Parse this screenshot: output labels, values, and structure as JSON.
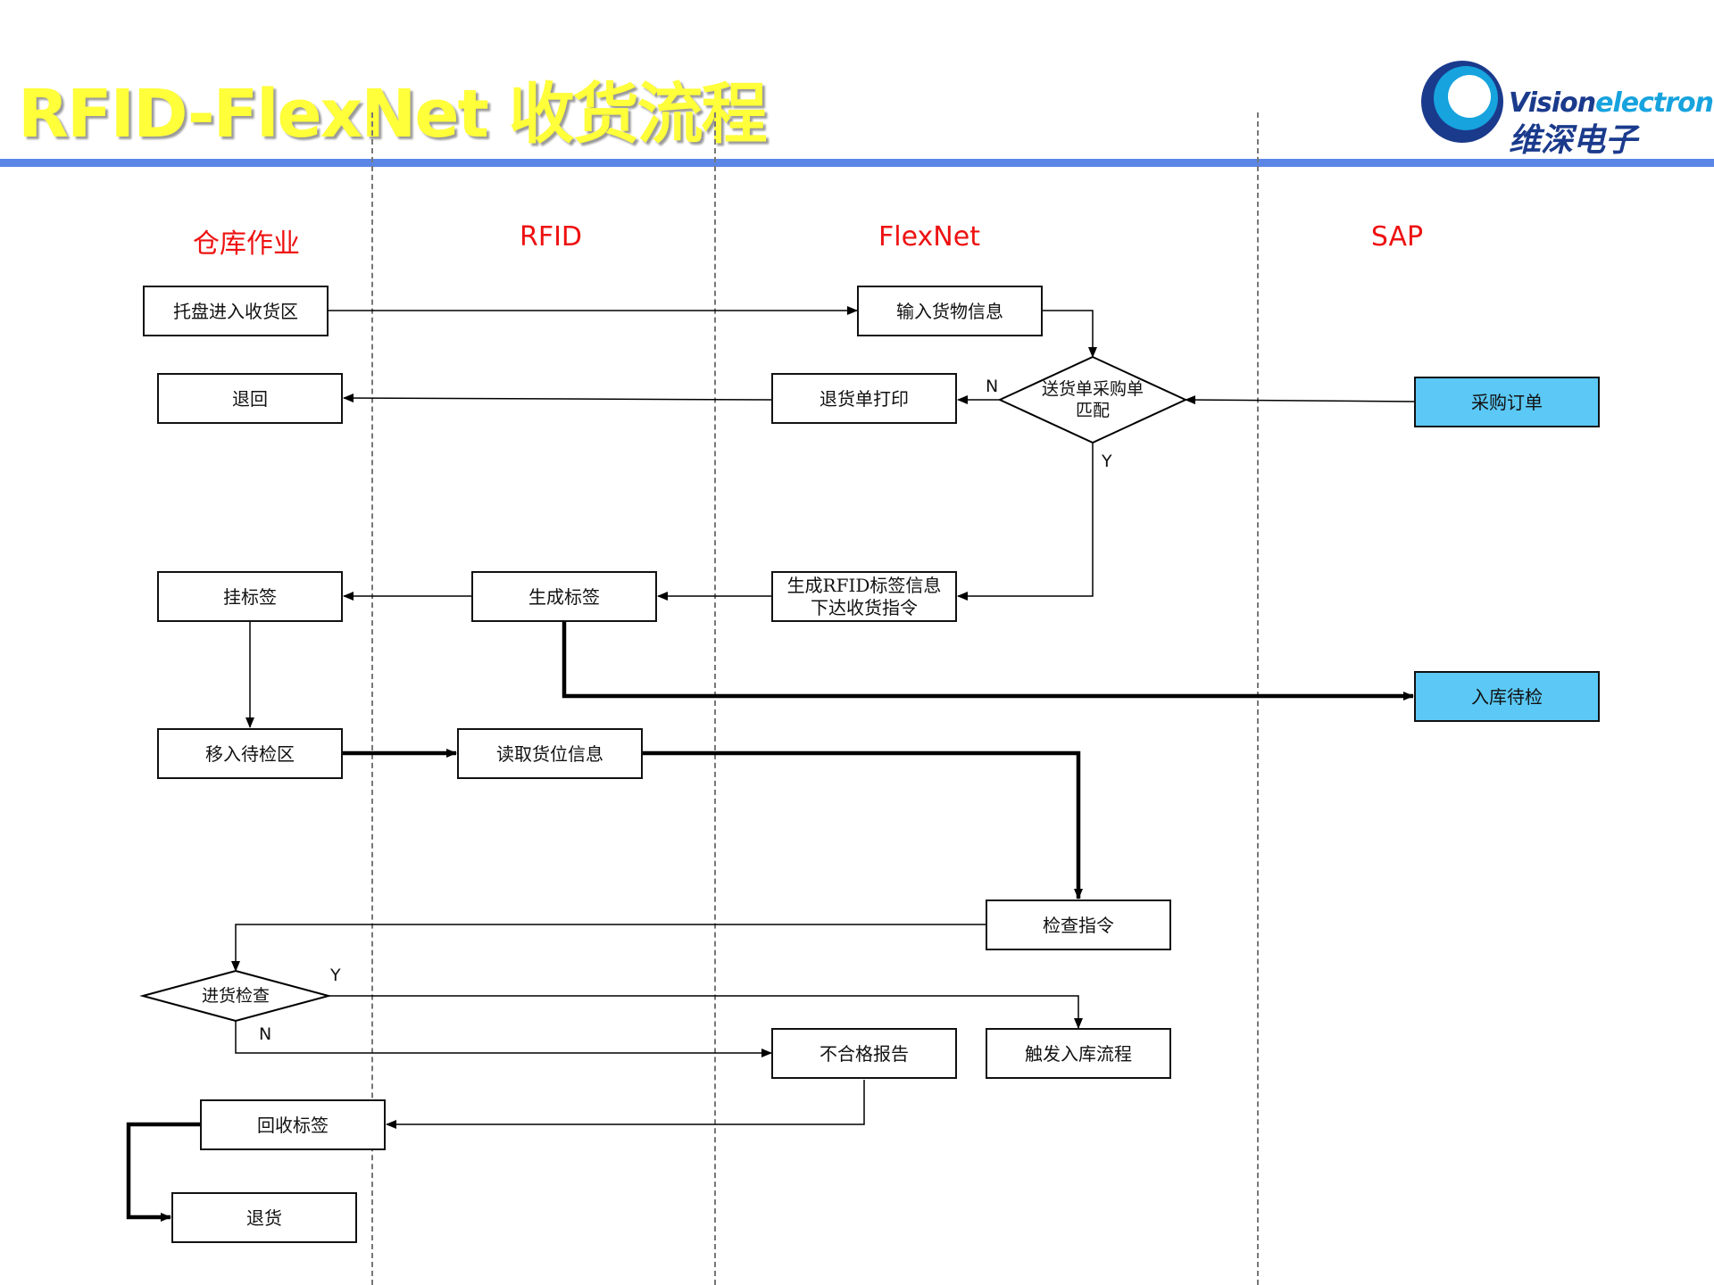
{
  "title": "RFID-FlexNet 收货流程",
  "logo": {
    "brand_part1": "Vision",
    "brand_part2": "electron",
    "brand_cn": "维深电子"
  },
  "lanes": [
    "仓库作业",
    "RFID",
    "FlexNet",
    "SAP"
  ],
  "boxes": {
    "pallet_enter": "托盘进入收货区",
    "input_info": "输入货物信息",
    "return_back": "退回",
    "return_print": "退货单打印",
    "purchase_order": "采购订单",
    "hang_tag": "挂标签",
    "gen_tag": "生成标签",
    "gen_rfid_l1": "生成RFID标签信息",
    "gen_rfid_l2": "下达收货指令",
    "to_inspect": "入库待检",
    "move_area": "移入待检区",
    "read_loc": "读取货位信息",
    "check_cmd": "检查指令",
    "fail_report": "不合格报告",
    "trigger_in": "触发入库流程",
    "recycle_tag": "回收标签",
    "return_goods": "退货"
  },
  "decisions": {
    "match_l1": "送货单采购单",
    "match_l2": "匹配",
    "inspect": "进货检查"
  },
  "branch_labels": {
    "match_no": "N",
    "match_yes": "Y",
    "inspect_yes": "Y",
    "inspect_no": "N"
  },
  "colors": {
    "title": "#ffff3a",
    "lane_title": "#ee1111",
    "rule": "#5b86e6",
    "sap_box": "#5bc8f5",
    "logo_dark": "#1a3a8c",
    "logo_light": "#16a3de"
  }
}
